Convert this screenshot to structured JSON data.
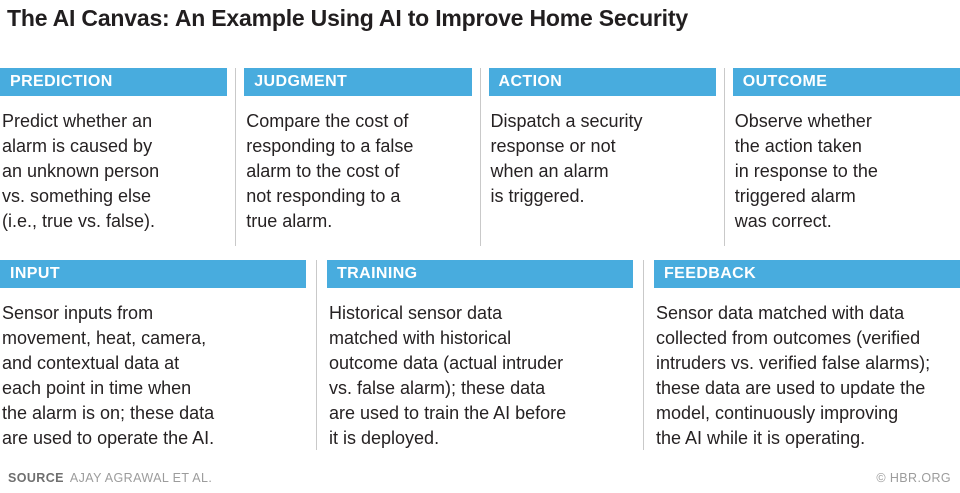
{
  "title": "The AI Canvas: An Example Using AI to Improve Home Security",
  "accent_color": "#48acde",
  "divider_color": "#c9c9c9",
  "rows": [
    {
      "cards": [
        {
          "header": "PREDICTION",
          "body": "Predict whether an\nalarm is caused by\nan unknown person\nvs. something else\n(i.e., true vs. false)."
        },
        {
          "header": "JUDGMENT",
          "body": "Compare the cost of\nresponding to a false\nalarm to the cost of\nnot responding to a\ntrue alarm."
        },
        {
          "header": "ACTION",
          "body": "Dispatch a security\nresponse or not\nwhen an alarm\nis triggered."
        },
        {
          "header": "OUTCOME",
          "body": "Observe whether\nthe action taken\nin response to the\ntriggered alarm\nwas correct."
        }
      ]
    },
    {
      "cards": [
        {
          "header": "INPUT",
          "body": "Sensor inputs from\nmovement, heat, camera,\nand contextual data at\neach point in time when\nthe alarm is on; these data\nare used to operate the AI."
        },
        {
          "header": "TRAINING",
          "body": "Historical sensor data\nmatched with historical\noutcome data (actual intruder\nvs. false alarm); these data\nare used to train the AI before\nit is deployed."
        },
        {
          "header": "FEEDBACK",
          "body": "Sensor data matched with data\ncollected from outcomes (verified\nintruders vs. verified false alarms);\nthese data are used to update the\nmodel, continuously improving\nthe AI while it is operating."
        }
      ]
    }
  ],
  "footer": {
    "source_label": "SOURCE",
    "source_value": "AJAY AGRAWAL ET AL.",
    "copyright": "© HBR.ORG"
  }
}
